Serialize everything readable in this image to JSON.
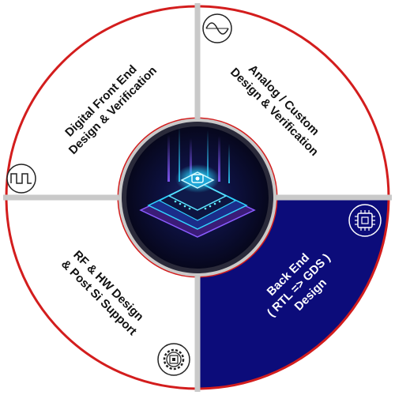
{
  "segments": [
    {
      "id": "digital",
      "lines": [
        "Digital Front End",
        "Design & Verification"
      ],
      "icon": "square-wave-icon",
      "fill": "#ffffff",
      "text_color": "#111111"
    },
    {
      "id": "analog",
      "lines": [
        "Analog / Custom",
        "Design & Verification"
      ],
      "icon": "sine-wave-icon",
      "fill": "#ffffff",
      "text_color": "#111111"
    },
    {
      "id": "backend",
      "lines": [
        "Back End",
        "( RTL => GDS )",
        "Design"
      ],
      "icon": "chip-icon",
      "fill": "#0c0c7a",
      "text_color": "#ffffff"
    },
    {
      "id": "rf",
      "lines": [
        "RF & HW Design",
        "& Post Si Support"
      ],
      "icon": "gear-chip-icon",
      "fill": "#ffffff",
      "text_color": "#111111"
    }
  ],
  "colors": {
    "outline": "#d31d1d",
    "separator": "#c9c9c9",
    "ring": "#2a2a3a",
    "hub_dark": "#06061e",
    "hub_glow": "#24d6ff"
  }
}
